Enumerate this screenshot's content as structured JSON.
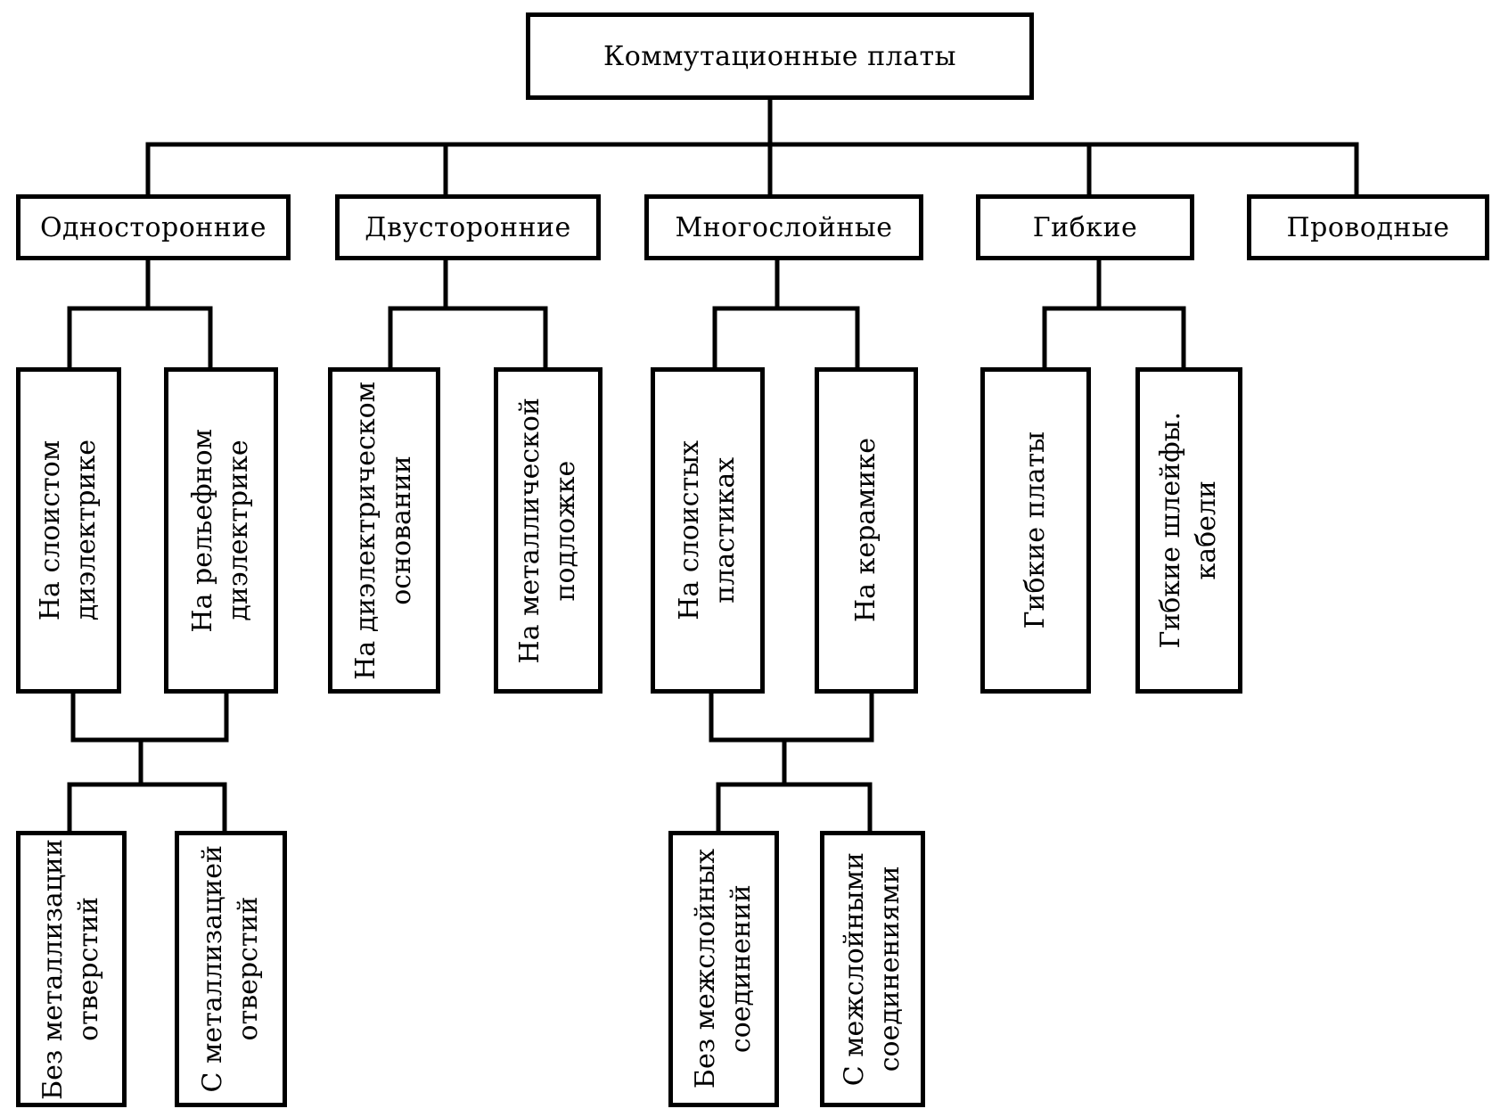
{
  "root": "Коммутационные платы",
  "categories": {
    "single": "Односторонние",
    "double": "Двусторонние",
    "multi": "Многослойные",
    "flex": "Гибкие",
    "wire": "Проводные"
  },
  "single_children": {
    "layered": "На слоистом\nдиэлектрике",
    "relief": "На рельефном\nдиэлектрике"
  },
  "single_holes": {
    "without": "Без металлизации\nотверстий",
    "with": "С металлизацией\nотверстий"
  },
  "double_children": {
    "dielectric": "На диэлектрическом\nосновании",
    "metal": "На металлической\nподложке"
  },
  "multi_children": {
    "plastics": "На слоистых\nпластиках",
    "ceramics": "На керамике"
  },
  "multi_connections": {
    "without": "Без межслойных\nсоединений",
    "with": "С межслойными\nсоединениями"
  },
  "flex_children": {
    "boards": "Гибкие платы",
    "cables": "Гибкие шлейфы.\nкабели"
  }
}
